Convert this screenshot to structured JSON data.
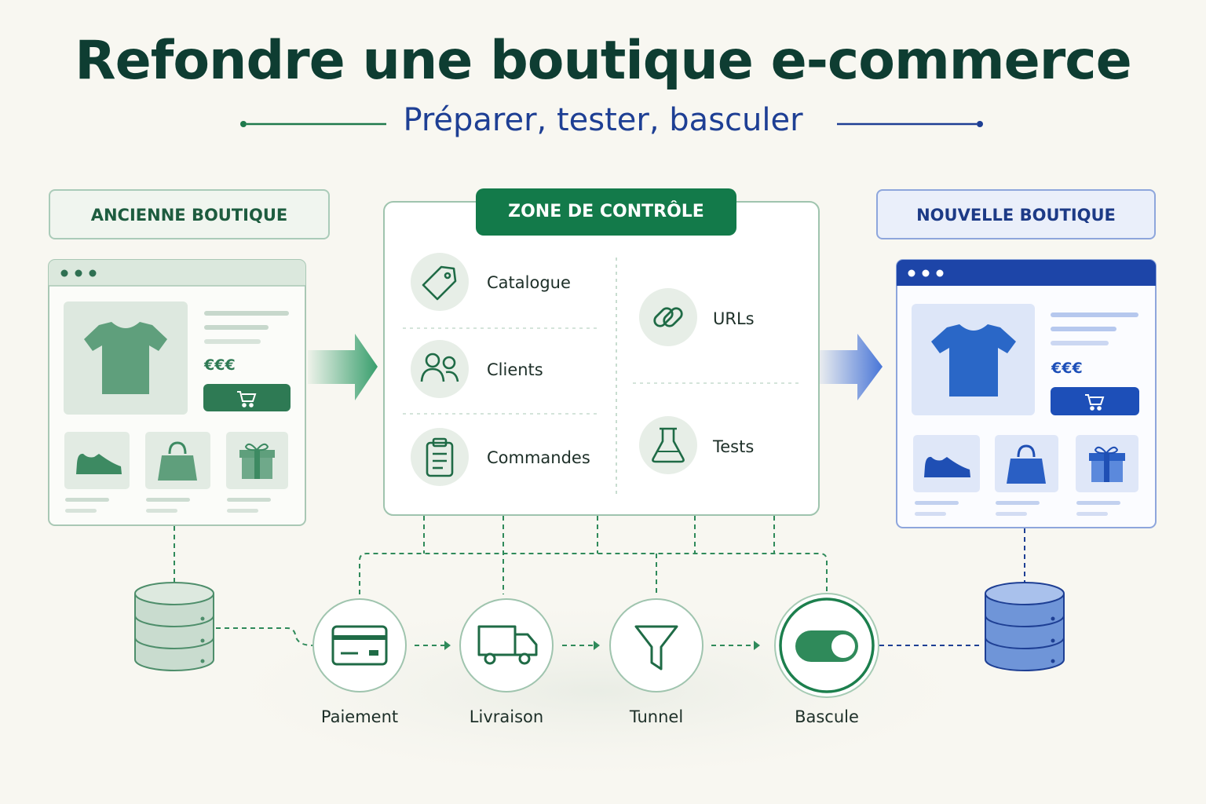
{
  "header": {
    "title": "Refondre une boutique e-commerce",
    "subtitle": "Préparer, tester, basculer"
  },
  "old_store": {
    "label": "ANCIENNE BOUTIQUE",
    "price": "€€€",
    "accent_color": "#2e8a5c"
  },
  "new_store": {
    "label": "NOUVELLE BOUTIQUE",
    "price": "€€€",
    "accent_color": "#1d4fb8"
  },
  "control_zone": {
    "label": "ZONE DE CONTRÔLE",
    "left_items": [
      {
        "label": "Catalogue",
        "icon": "tag-icon"
      },
      {
        "label": "Clients",
        "icon": "users-icon"
      },
      {
        "label": "Commandes",
        "icon": "clipboard-icon"
      }
    ],
    "right_items": [
      {
        "label": "URLs",
        "icon": "link-icon"
      },
      {
        "label": "Tests",
        "icon": "flask-icon"
      }
    ]
  },
  "steps": [
    {
      "label": "Paiement",
      "icon": "credit-card-icon"
    },
    {
      "label": "Livraison",
      "icon": "truck-icon"
    },
    {
      "label": "Tunnel",
      "icon": "funnel-icon"
    },
    {
      "label": "Bascule",
      "icon": "toggle-icon"
    }
  ],
  "colors": {
    "green": "#137a4a",
    "blue": "#1e3f94",
    "dark_title": "#0e3d32"
  }
}
